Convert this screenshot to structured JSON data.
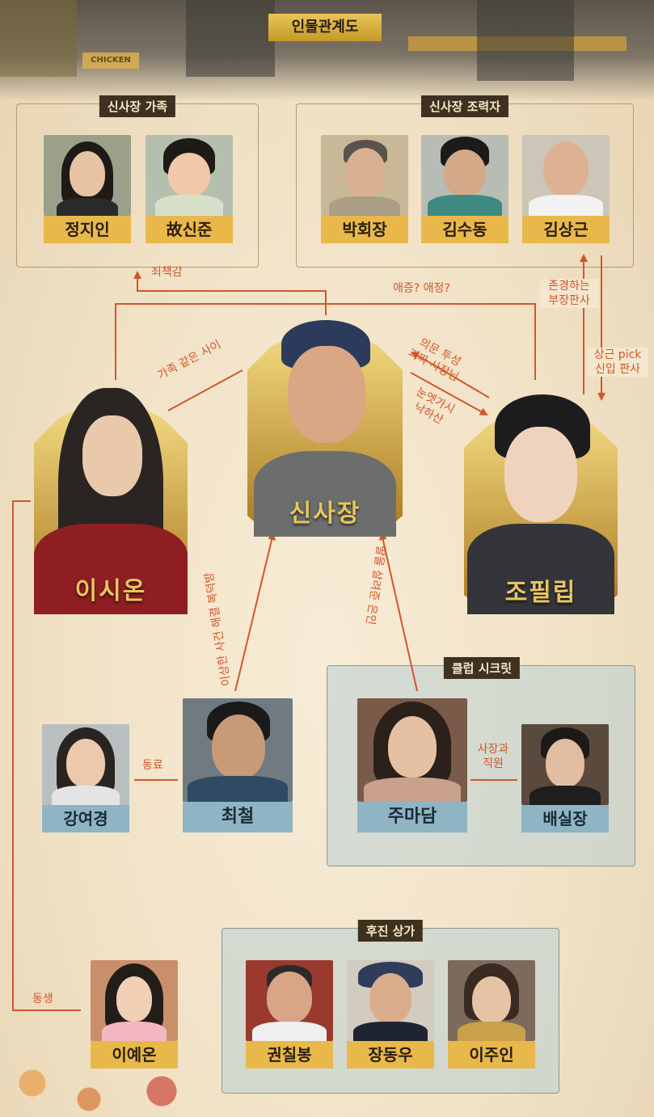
{
  "title": "인물관계도",
  "background_sign": "CHICKEN",
  "groups": {
    "family": "신사장 가족",
    "helpers": "신사장 조력자",
    "club": "클럽 시크릿",
    "back": "후진 상가"
  },
  "main": {
    "sinsajang": "신사장",
    "lee_sion": "이시온",
    "jo_pilrip": "조필립"
  },
  "people": {
    "jeong_jiin": "정지인",
    "sin_jun": "故신준",
    "park": "박회장",
    "kim_sudong": "김수동",
    "kim_sanggeun": "김상근",
    "kang_yeogyeong": "강여경",
    "choi_cheol": "최철",
    "jumadam": "주마담",
    "bae": "배실장",
    "lee_yeon": "이예온",
    "kwon": "권칠봉",
    "jang": "장동우",
    "lee_juin": "이주인"
  },
  "relations": {
    "guilt": "죄책감",
    "love_hate": "애증? 애정?",
    "family_like": "가족 같은 사이",
    "suspicious_1": "의문 투성",
    "suspicious_2": "괴짜 사장님",
    "crush_1": "눈엣가시",
    "crush_2": "낙하산",
    "respect_1": "존경하는",
    "respect_2": "부장판사",
    "pick_1": "상근 pick",
    "pick_2": "신입 판사",
    "mystery": "이상한 사건 해결 복덕방",
    "savior": "딸을 살려준 은인",
    "colleague": "동료",
    "boss_1": "사장과",
    "boss_2": "직원",
    "sibling": "동생"
  },
  "colors": {
    "line": "#d2562a",
    "gold": "#e8b84a",
    "blue": "#8fb4c4",
    "tag": "#3f3120"
  }
}
